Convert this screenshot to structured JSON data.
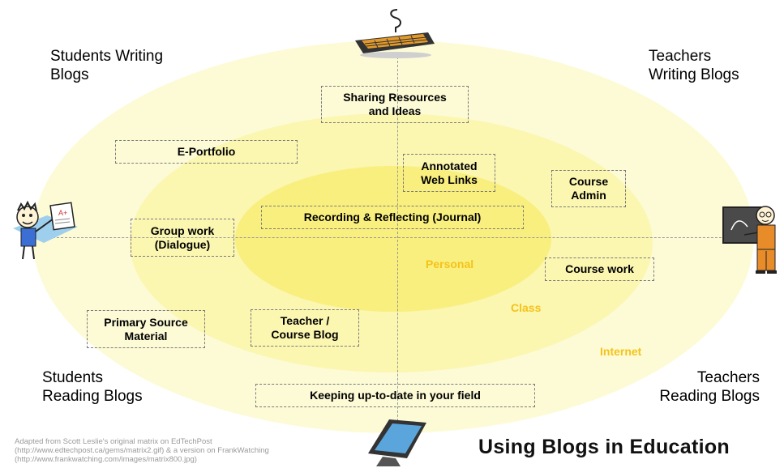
{
  "title": "Using Blogs in Education",
  "credit": [
    "Adapted from Scott Leslie's original matrix on EdTechPost",
    "(http://www.edtechpost.ca/gems/matrix2.gif) & a version on FrankWatching",
    "(http://www.frankwatching.com/images/matrix800.jpg)"
  ],
  "quadrants": {
    "students_writing": [
      "Students Writing",
      "Blogs"
    ],
    "teachers_writing": [
      "Teachers",
      "Writing Blogs"
    ],
    "students_reading": [
      "Students",
      "Reading Blogs"
    ],
    "teachers_reading": [
      "Teachers",
      "Reading Blogs"
    ]
  },
  "rings": {
    "personal": "Personal",
    "class": "Class",
    "internet": "Internet"
  },
  "boxes": {
    "sharing": [
      "Sharing Resources",
      "and Ideas"
    ],
    "eportfolio": [
      "E-Portfolio"
    ],
    "annotated": [
      "Annotated",
      "Web Links"
    ],
    "course_admin": [
      "Course",
      "Admin"
    ],
    "recording": [
      "Recording & Reflecting (Journal)"
    ],
    "group_work": [
      "Group work",
      "(Dialogue)"
    ],
    "course_work": [
      "Course work"
    ],
    "primary_source": [
      "Primary Source",
      "Material"
    ],
    "teacher_blog": [
      "Teacher /",
      "Course Blog"
    ],
    "keeping_up": [
      "Keeping up-to-date in your field"
    ]
  },
  "icons": {
    "top": "keyboard-icon",
    "bottom": "monitor-icon",
    "left": "student-icon",
    "right": "teacher-icon"
  },
  "colors": {
    "ring_internet": "#fdfbd6",
    "ring_class": "#fbf6b0",
    "ring_personal": "#f9ef7e",
    "ring_label": "#f4c31a"
  }
}
